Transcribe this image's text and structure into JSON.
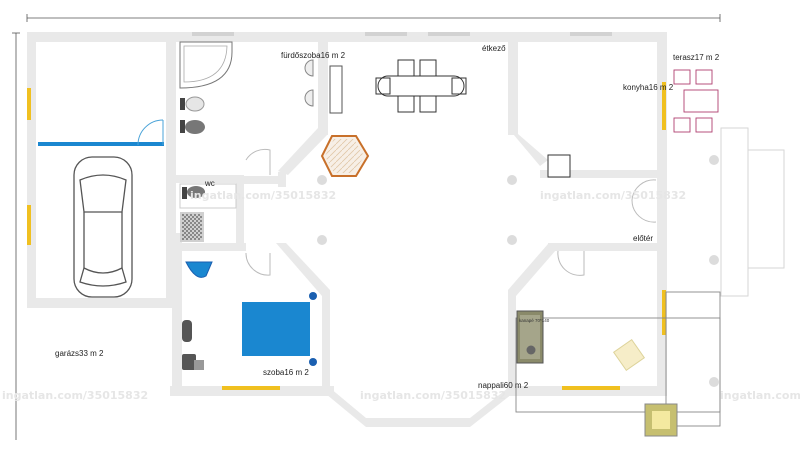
{
  "rooms": {
    "garage": "garázs33 m  2",
    "bathroom": "fürdőszoba16 m  2",
    "dining": "étkező",
    "terrace": "terasz17 m  2",
    "kitchen": "konyha16 m  2",
    "wc": "wc",
    "hall": "előtér",
    "bedroom": "szoba16 m  2",
    "living": "nappali60 m  2"
  },
  "furniture": {
    "sofa_label": "kanapé 70*140"
  },
  "watermark": {
    "text": "ingatlan.com/35015832"
  },
  "colors": {
    "wall": "#e9e9e9",
    "window": "#f0c020",
    "blue": "#1a87d0",
    "door": "#4aa3d8",
    "octagon": "#c8702a"
  }
}
